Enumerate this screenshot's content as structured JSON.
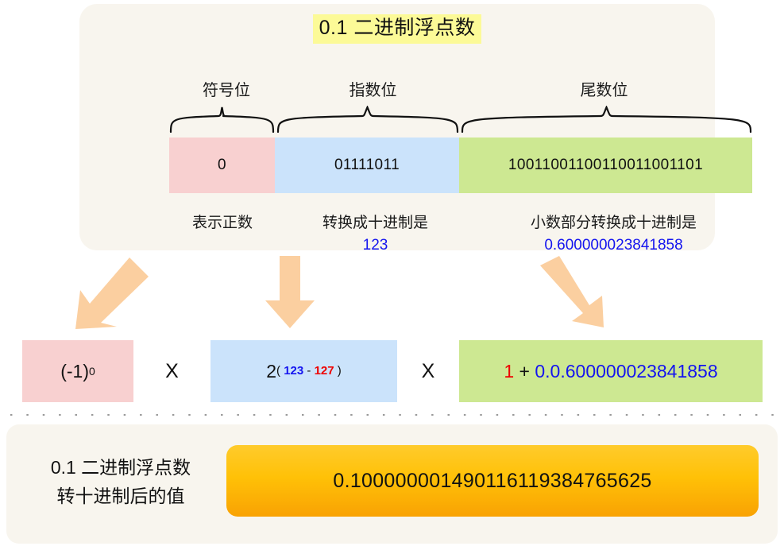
{
  "top_card": {
    "title": "0.1 二进制浮点数",
    "fields": [
      {
        "heading": "符号位",
        "bits": "0",
        "caption": "表示正数",
        "caption_value": ""
      },
      {
        "heading": "指数位",
        "bits": "01111011",
        "caption": "转换成十进制是",
        "caption_value": "123"
      },
      {
        "heading": "尾数位",
        "bits": "10011001100110011001101",
        "caption": "小数部分转换成十进制是",
        "caption_value": "0.600000023841858"
      }
    ]
  },
  "formula": {
    "sign_base": "(-1)",
    "sign_exponent": "0",
    "operator_1": "X",
    "exp_base": "2",
    "exp_open_paren": "(",
    "exp_stored": "123",
    "exp_minus": "-",
    "exp_bias": "127",
    "exp_close_paren": ")",
    "operator_2": "X",
    "mant_leading": "1",
    "mant_plus": "+",
    "mant_fraction": "0.0.600000023841858"
  },
  "bottom_card": {
    "label_line_1": "0.1 二进制浮点数",
    "label_line_2": "转十进制后的值",
    "result": "0.100000001490116119384765625"
  },
  "colors": {
    "card_background": "#F8F5EE",
    "sign_field": "#F8D0D0",
    "exponent_field": "#CBE3FB",
    "mantissa_field": "#CDE892",
    "title_highlight": "#FCFA97",
    "arrow": "#FBCFA0",
    "result_orange": "#F9A203",
    "blue_text": "#1414EF",
    "red_text": "#EE0000"
  }
}
